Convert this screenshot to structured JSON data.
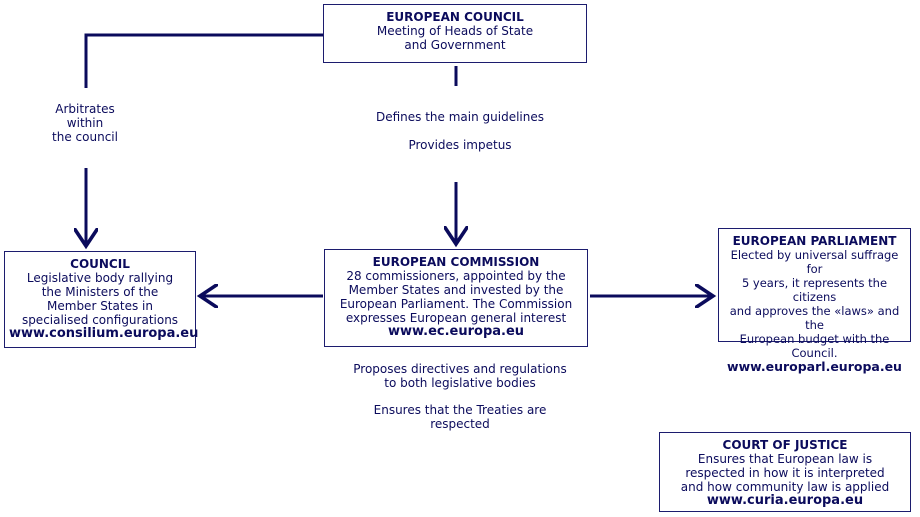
{
  "european_council": {
    "title": "EUROPEAN COUNCIL",
    "body": "Meeting of Heads of State\nand Government"
  },
  "council": {
    "title": "COUNCIL",
    "body": "Legislative body rallying\nthe Ministers of the\nMember States in\nspecialised configurations",
    "url": "www.consilium.europa.eu"
  },
  "commission": {
    "title": "EUROPEAN COMMISSION",
    "body": "28 commissioners, appointed by the\nMember States and invested by the\nEuropean Parliament. The Commission\nexpresses European general interest",
    "url": "www.ec.europa.eu"
  },
  "parliament": {
    "title": "EUROPEAN PARLIAMENT",
    "body": "Elected by universal suffrage for\n5 years, it represents the citizens\nand approves the «laws» and the\nEuropean budget with the\nCouncil.",
    "url": "www.europarl.europa.eu"
  },
  "court": {
    "title": "COURT OF JUSTICE",
    "body": "Ensures that European law is\nrespected in how it is interpreted\nand how community law is applied",
    "url": "www.curia.europa.eu"
  },
  "labels": {
    "arbitrates": "Arbitrates\nwithin\nthe council",
    "guidelines": "Defines the main guidelines",
    "impetus": "Provides impetus",
    "proposes": "Proposes directives and regulations\nto both legislative bodies",
    "treaties": "Ensures that the Treaties are\nrespected"
  },
  "colors": {
    "line": "#0b0b5c",
    "text": "#0b0b5c"
  }
}
